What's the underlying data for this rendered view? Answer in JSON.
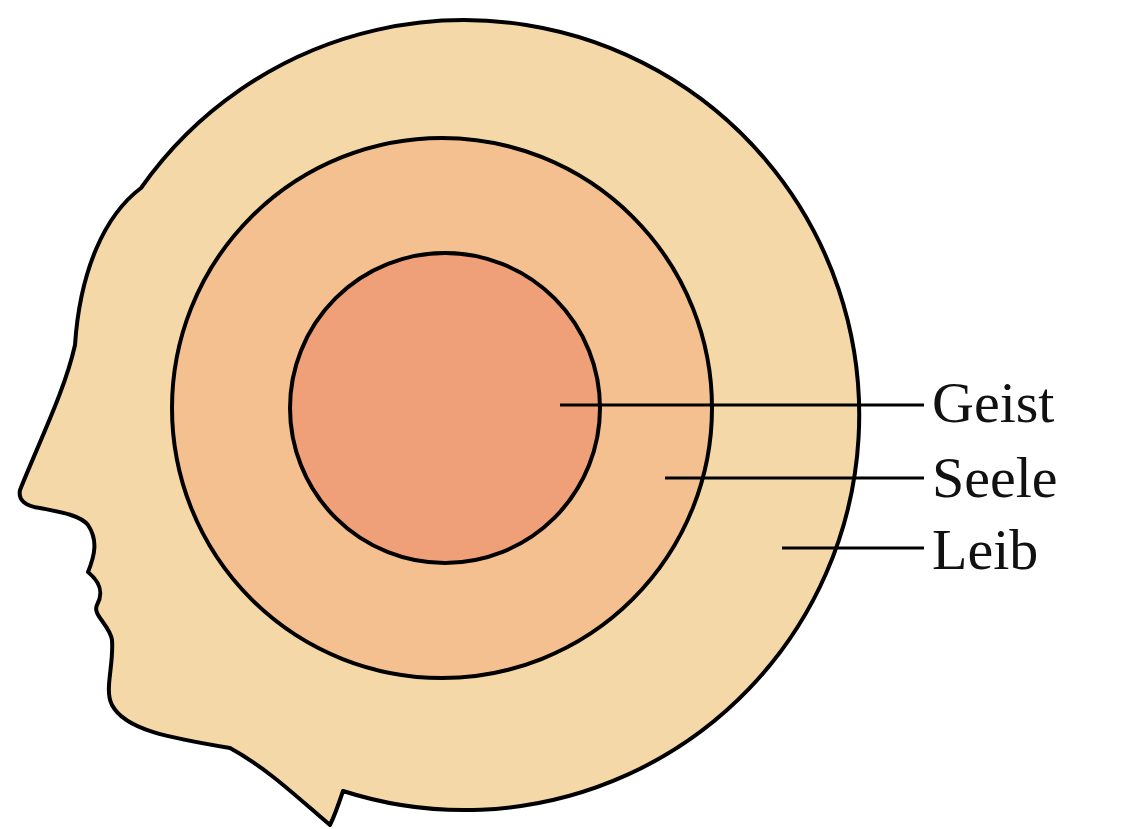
{
  "diagram": {
    "labels": [
      "Geist",
      "Seele",
      "Leib"
    ]
  }
}
